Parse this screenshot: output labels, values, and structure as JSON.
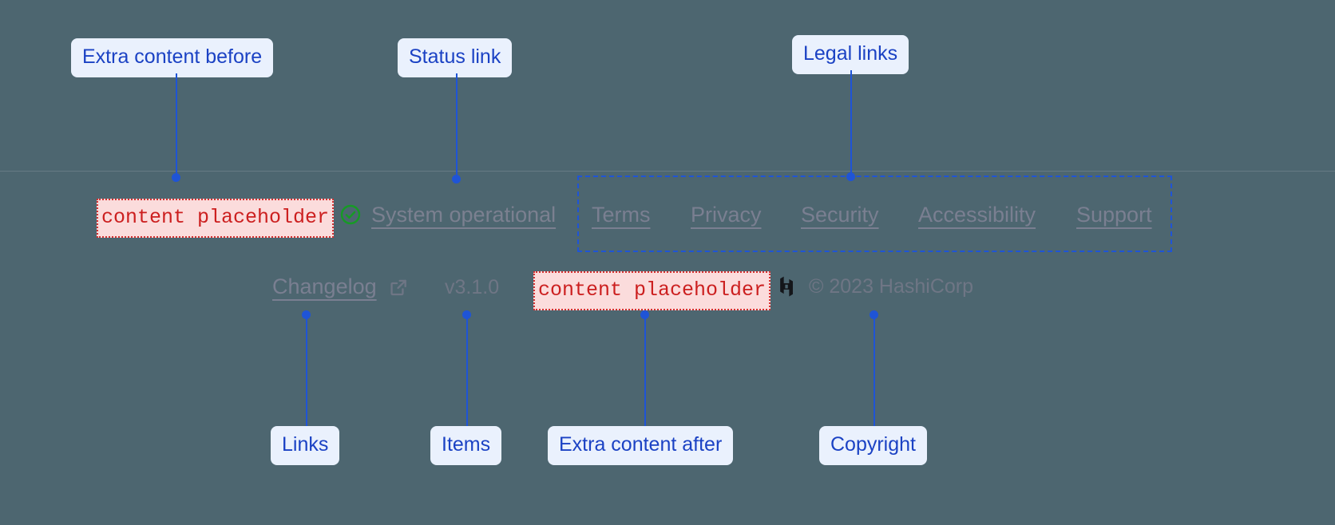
{
  "theme": {
    "background": "#4d6670",
    "annotation_accent": "#1f54d6",
    "callout_background": "#eaf1fd",
    "callout_text": "#1b42c4",
    "placeholder_border": "#d33030",
    "placeholder_background": "#fbdcdc",
    "placeholder_text": "#cc1f1f",
    "footer_text": "#7a7f91",
    "status_ok": "#179a26",
    "logo": "#14161a"
  },
  "annotations": [
    {
      "id": "extra-before",
      "label": "Extra content before"
    },
    {
      "id": "status-link",
      "label": "Status link"
    },
    {
      "id": "legal-links",
      "label": "Legal links"
    },
    {
      "id": "links",
      "label": "Links"
    },
    {
      "id": "items",
      "label": "Items"
    },
    {
      "id": "extra-after",
      "label": "Extra content after"
    },
    {
      "id": "copyright",
      "label": "Copyright"
    }
  ],
  "footer": {
    "placeholder_before": "content placeholder",
    "placeholder_after": "content placeholder",
    "status": {
      "icon": "check-circle-icon",
      "label": "System operational"
    },
    "legal_links": [
      "Terms",
      "Privacy",
      "Security",
      "Accessibility",
      "Support"
    ],
    "changelog": {
      "label": "Changelog",
      "icon": "external-link-icon"
    },
    "version": "v3.1.0",
    "copyright": {
      "logo": "hashicorp-logo-icon",
      "text": "© 2023 HashiCorp"
    }
  }
}
